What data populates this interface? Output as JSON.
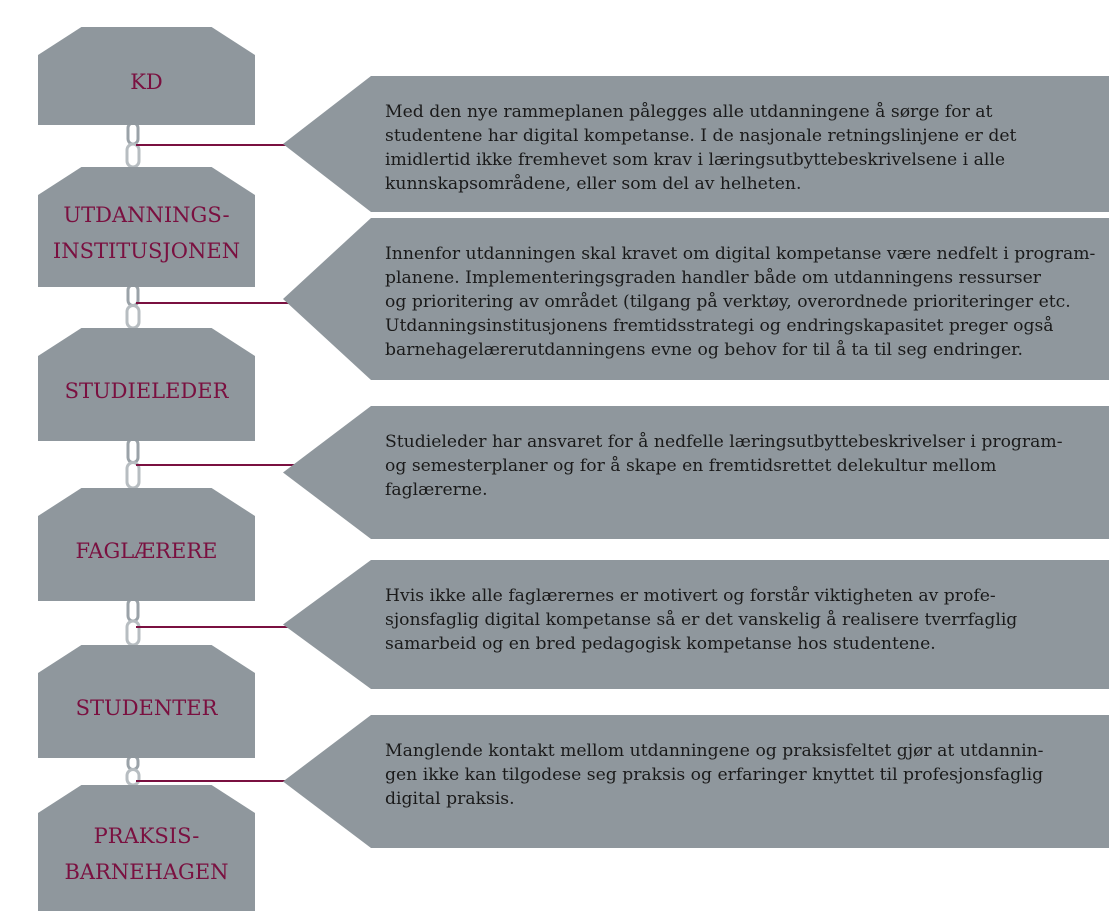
{
  "colors": {
    "shape_fill": "#8f979d",
    "label_color": "#7a1040",
    "connector_color": "#7a1040",
    "body_text": "#1a1a1a"
  },
  "nodes": [
    {
      "lines": [
        "KD"
      ]
    },
    {
      "lines": [
        "UTDANNINGS-",
        "INSTITUSJONEN"
      ]
    },
    {
      "lines": [
        "STUDIELEDER"
      ]
    },
    {
      "lines": [
        "FAGLÆRERE"
      ]
    },
    {
      "lines": [
        "STUDENTER"
      ]
    },
    {
      "lines": [
        "PRAKSIS-",
        "BARNEHAGEN"
      ]
    }
  ],
  "callouts": [
    {
      "text": "Med den nye rammeplanen pålegges alle utdanningene å sørge for at\nstudentene har digital kompetanse. I de nasjonale retningslinjene er det\nimidlertid ikke fremhevet som krav i læringsutbyttebeskrivelsene i alle\nkunnskapsområdene, eller som del av helheten."
    },
    {
      "text": "Innenfor utdanningen skal kravet om digital kompetanse være nedfelt i program-\nplanene. Implementeringsgraden handler både om utdanningens ressurser\nog prioritering av området (tilgang på verktøy, overordnede prioriteringer etc.\nUtdanningsinstitusjonens fremtidsstrategi og endringskapasitet preger også\nbarnehagelærerutdanningens evne og behov for til å ta til seg endringer."
    },
    {
      "text": "Studieleder har ansvaret for å nedfelle læringsutbyttebeskrivelser i program-\nog semesterplaner og for å skape en fremtidsrettet delekultur mellom\nfaglærerne."
    },
    {
      "text": "Hvis ikke alle faglærernes er motivert og forstår viktigheten av profe-\nsjonsfaglig digital kompetanse så er det vanskelig å realisere tverrfaglig\nsamarbeid og en bred pedagogisk kompetanse hos studentene."
    },
    {
      "text": "Manglende kontakt mellom utdanningene og praksisfeltet gjør at utdannin-\ngen ikke kan tilgodese seg praksis og erfaringer knyttet til profesjonsfaglig\ndigital praksis."
    }
  ]
}
